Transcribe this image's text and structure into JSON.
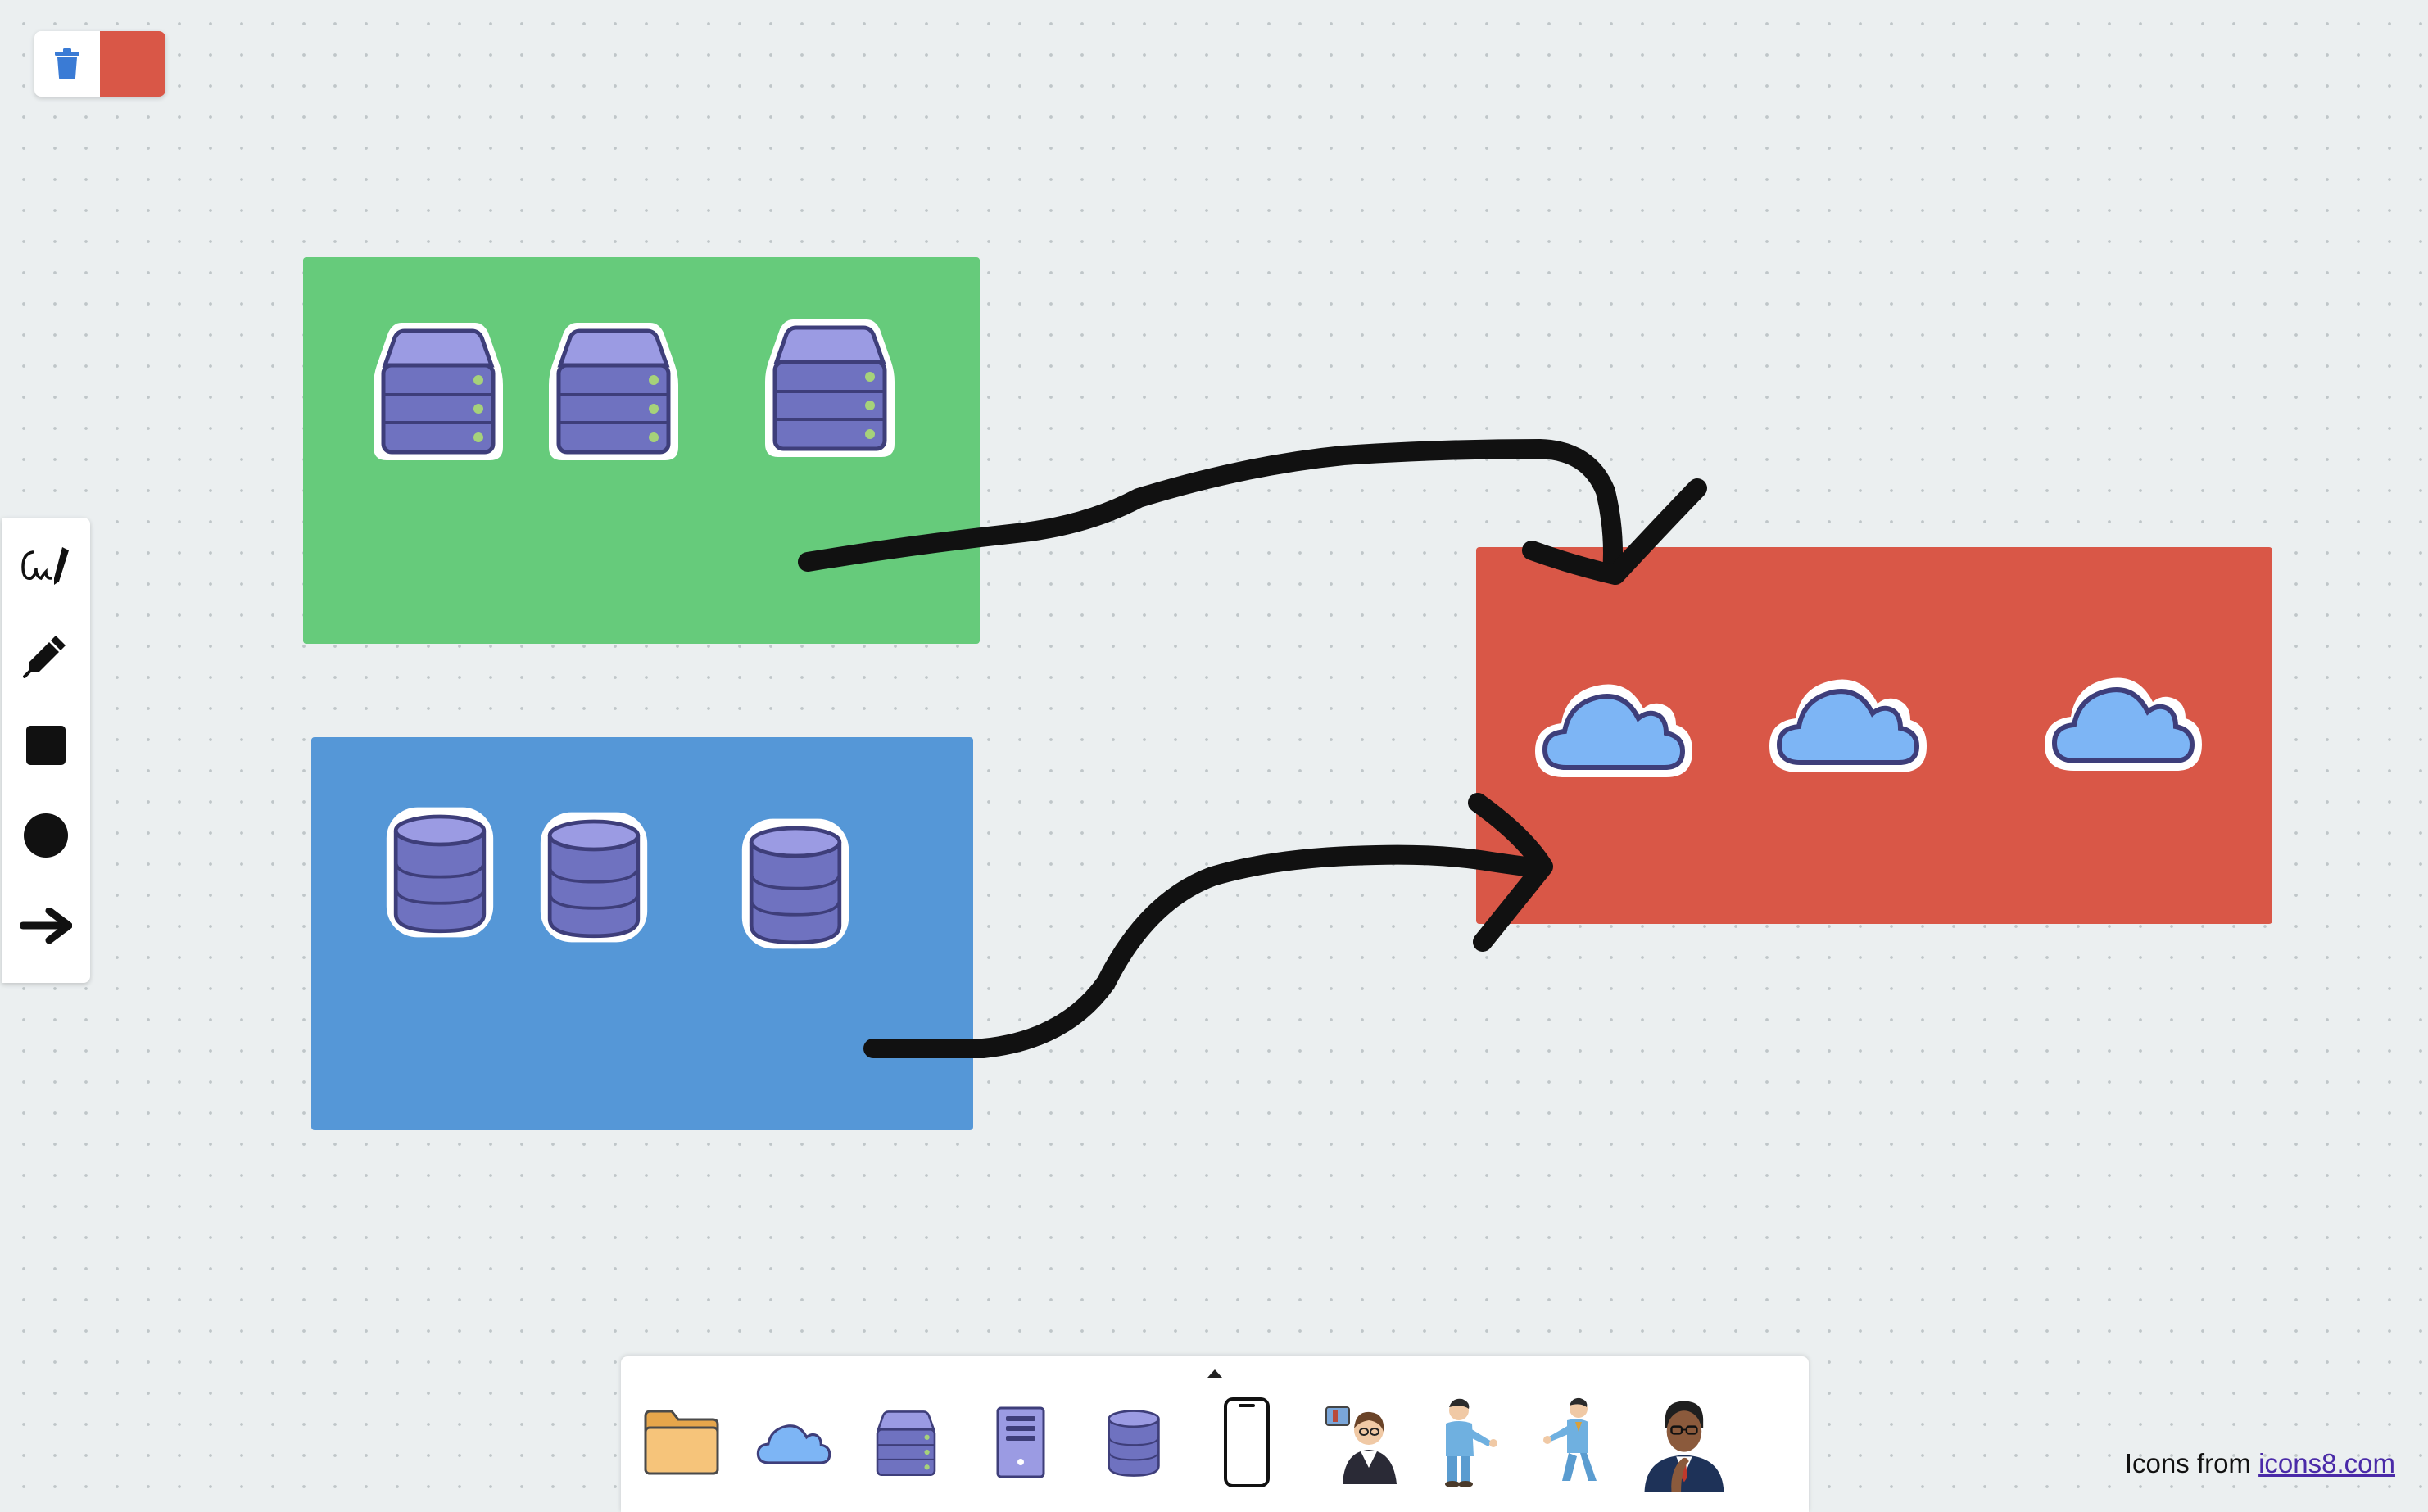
{
  "selection_toolbar": {
    "delete_icon": "trash-icon",
    "current_color": "#d95747"
  },
  "tools": {
    "items": [
      {
        "name": "scribble",
        "icon": "scribble-pen-icon"
      },
      {
        "name": "pen",
        "icon": "pen-icon"
      },
      {
        "name": "rectangle",
        "icon": "square-icon"
      },
      {
        "name": "circle",
        "icon": "circle-icon"
      },
      {
        "name": "arrow",
        "icon": "arrow-icon"
      }
    ]
  },
  "canvas": {
    "groups": [
      {
        "name": "servers-group",
        "color": "#66cb7b",
        "icon": "server-icon",
        "count": 3
      },
      {
        "name": "databases-group",
        "color": "#5597d7",
        "icon": "database-icon",
        "count": 3
      },
      {
        "name": "cloud-group",
        "color": "#d95747",
        "icon": "cloud-icon",
        "count": 3
      }
    ],
    "arrows": [
      {
        "from": "servers-group",
        "to": "cloud-group"
      },
      {
        "from": "databases-group",
        "to": "cloud-group"
      }
    ]
  },
  "palette": {
    "items": [
      {
        "icon": "folder-icon"
      },
      {
        "icon": "cloud-icon"
      },
      {
        "icon": "server-icon"
      },
      {
        "icon": "server-tower-icon"
      },
      {
        "icon": "database-icon"
      },
      {
        "icon": "mobile-phone-icon"
      },
      {
        "icon": "woman-with-laptop-icon"
      },
      {
        "icon": "businessman-pointing-icon"
      },
      {
        "icon": "businessman-walking-icon"
      },
      {
        "icon": "thinking-man-icon"
      }
    ]
  },
  "credit": {
    "prefix": "Icons from",
    "link": "icons8.com"
  }
}
